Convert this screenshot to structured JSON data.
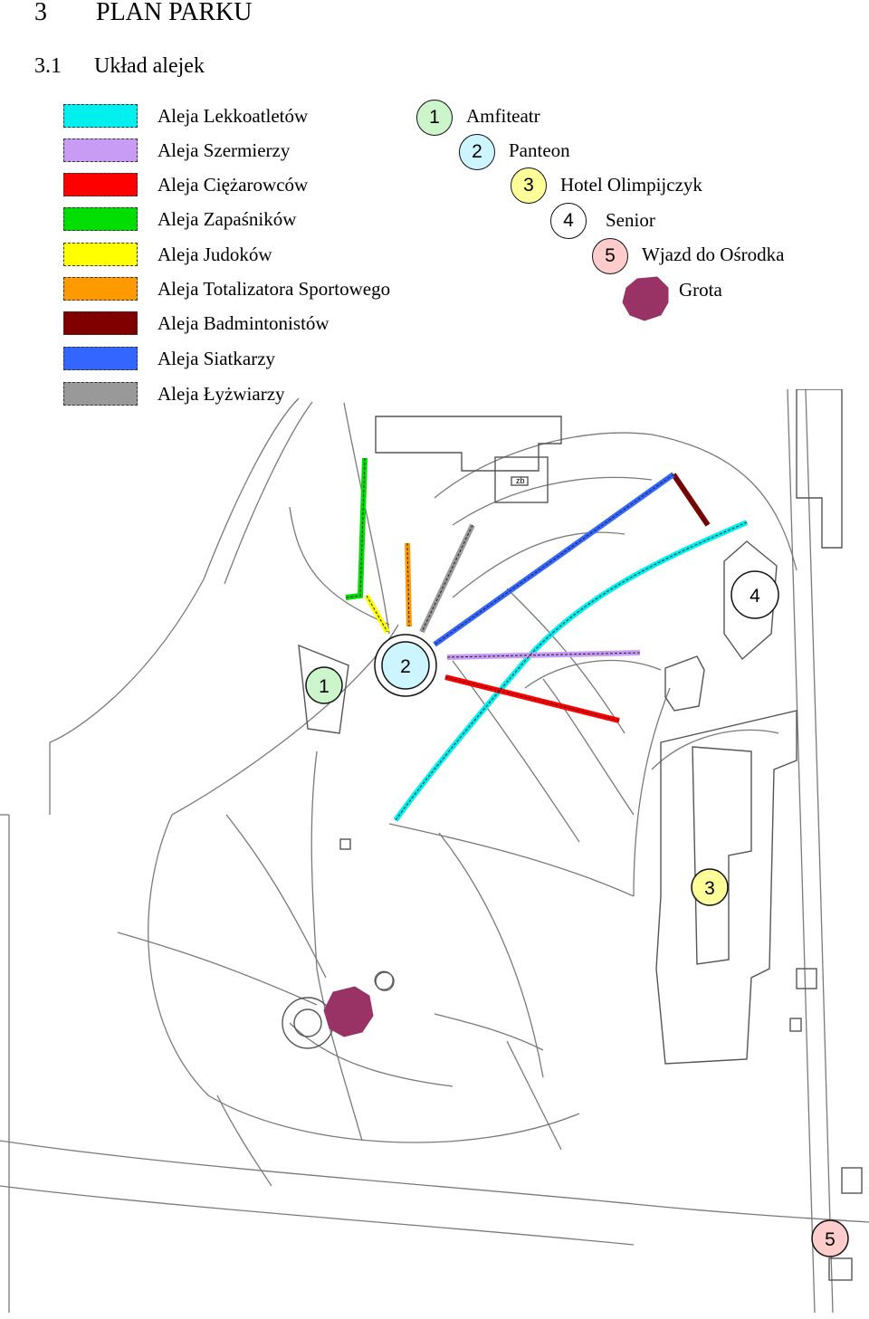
{
  "heading": {
    "number": "3",
    "title": "PLAN PARKU"
  },
  "subheading": {
    "number": "3.1",
    "title": "Układ alejek"
  },
  "legend": [
    {
      "label": "Aleja Lekkoatletów",
      "color": "#00f0f0"
    },
    {
      "label": "Aleja Szermierzy",
      "color": "#c89cf5"
    },
    {
      "label": "Aleja Ciężarowców",
      "color": "#ff0000"
    },
    {
      "label": "Aleja Zapaśników",
      "color": "#00dd00"
    },
    {
      "label": "Aleja Judoków",
      "color": "#ffff00"
    },
    {
      "label": "Aleja Totalizatora Sportowego",
      "color": "#ff9900"
    },
    {
      "label": "Aleja Badmintonistów",
      "color": "#800000"
    },
    {
      "label": "Aleja Siatkarzy",
      "color": "#3366ff"
    },
    {
      "label": "Aleja Łyżwiarzy",
      "color": "#999999"
    }
  ],
  "markers": [
    {
      "num": "1",
      "label": "Amfiteatr",
      "color": "#ccf5cc"
    },
    {
      "num": "2",
      "label": "Panteon",
      "color": "#ccf5ff"
    },
    {
      "num": "3",
      "label": "Hotel Olimpijczyk",
      "color": "#ffff99"
    },
    {
      "num": "4",
      "label": "Senior",
      "color": "#ffffff"
    },
    {
      "num": "5",
      "label": "Wjazd do Ośrodka",
      "color": "#ffcccc"
    }
  ],
  "grotto": {
    "label": "Grota",
    "color": "#993366"
  },
  "map": {
    "label_1": "1",
    "label_2": "2",
    "label_3": "3",
    "label_4": "4",
    "label_5": "5",
    "building_tag": "zb"
  }
}
